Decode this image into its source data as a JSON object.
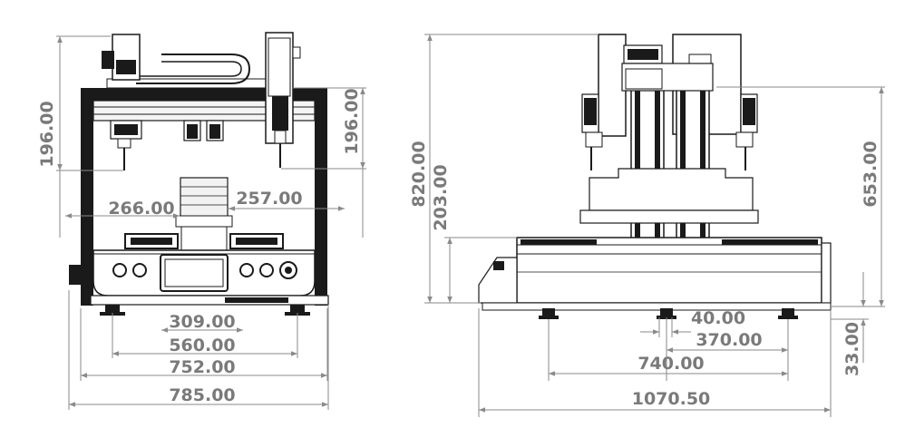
{
  "front_view": {
    "dimensions": {
      "h1": "196.00",
      "h2": "196.00",
      "w_266": "266.00",
      "w_257": "257.00",
      "w_309": "309.00",
      "w_560": "560.00",
      "w_752": "752.00",
      "w_785": "785.00"
    }
  },
  "side_view": {
    "dimensions": {
      "h_820": "820.00",
      "h_203": "203.00",
      "h_653": "653.00",
      "h_33": "33.00",
      "w_40": "40.00",
      "w_370": "370.00",
      "w_740": "740.00",
      "w_1070": "1070.50"
    }
  },
  "colors": {
    "machine_stroke": "#1a1a1a",
    "dimension_line": "#8a8a8a",
    "dimension_text": "#7a7a7a"
  }
}
